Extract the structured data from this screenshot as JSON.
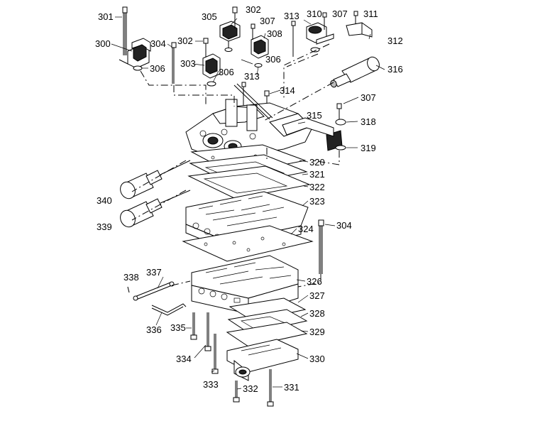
{
  "diagram": {
    "callouts": [
      {
        "id": "c301",
        "text": "301"
      },
      {
        "id": "c302a",
        "text": "302"
      },
      {
        "id": "c302b",
        "text": "302"
      },
      {
        "id": "c305",
        "text": "305"
      },
      {
        "id": "c307a",
        "text": "307"
      },
      {
        "id": "c308",
        "text": "308"
      },
      {
        "id": "c313a",
        "text": "313"
      },
      {
        "id": "c310",
        "text": "310"
      },
      {
        "id": "c307b",
        "text": "307"
      },
      {
        "id": "c311",
        "text": "311"
      },
      {
        "id": "c312",
        "text": "312"
      },
      {
        "id": "c300",
        "text": "300"
      },
      {
        "id": "c304a",
        "text": "304"
      },
      {
        "id": "c306a",
        "text": "306"
      },
      {
        "id": "c303",
        "text": "303"
      },
      {
        "id": "c306b",
        "text": "306"
      },
      {
        "id": "c306c",
        "text": "306"
      },
      {
        "id": "c313b",
        "text": "313"
      },
      {
        "id": "c316",
        "text": "316"
      },
      {
        "id": "c314",
        "text": "314"
      },
      {
        "id": "c307c",
        "text": "307"
      },
      {
        "id": "c315",
        "text": "315"
      },
      {
        "id": "c318",
        "text": "318"
      },
      {
        "id": "c319",
        "text": "319"
      },
      {
        "id": "c320",
        "text": "320"
      },
      {
        "id": "c321",
        "text": "321"
      },
      {
        "id": "c322",
        "text": "322"
      },
      {
        "id": "c340",
        "text": "340"
      },
      {
        "id": "c323",
        "text": "323"
      },
      {
        "id": "c339",
        "text": "339"
      },
      {
        "id": "c304b",
        "text": "304"
      },
      {
        "id": "c324",
        "text": "324"
      },
      {
        "id": "c338",
        "text": "338"
      },
      {
        "id": "c337",
        "text": "337"
      },
      {
        "id": "c326",
        "text": "326"
      },
      {
        "id": "c327",
        "text": "327"
      },
      {
        "id": "c328",
        "text": "328"
      },
      {
        "id": "c336",
        "text": "336"
      },
      {
        "id": "c335",
        "text": "335"
      },
      {
        "id": "c329",
        "text": "329"
      },
      {
        "id": "c334",
        "text": "334"
      },
      {
        "id": "c330",
        "text": "330"
      },
      {
        "id": "c333",
        "text": "333"
      },
      {
        "id": "c332",
        "text": "332"
      },
      {
        "id": "c331",
        "text": "331"
      }
    ]
  }
}
